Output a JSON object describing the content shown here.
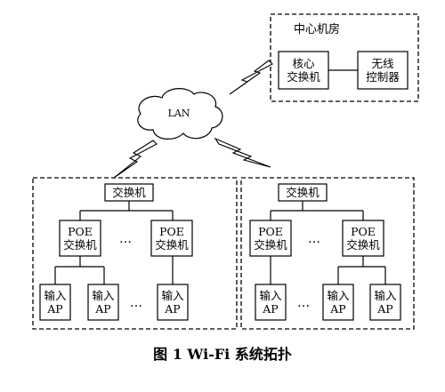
{
  "center": {
    "title": "中心机房",
    "core_switch": "核心\n交换机",
    "wireless_controller": "无线\n控制器"
  },
  "lan_label": "LAN",
  "left_group": {
    "switch": "交换机",
    "poe1": "POE\n交换机",
    "poe2": "POE\n交换机",
    "ap1": "输入\nAP",
    "ap2": "输入\nAP",
    "ap3": "输入\nAP",
    "ellipsis_poe": "…",
    "ellipsis_ap": "…"
  },
  "right_group": {
    "switch": "交换机",
    "poe1": "POE\n交换机",
    "poe2": "POE\n交换机",
    "ap1": "输入\nAP",
    "ap2": "输入\nAP",
    "ap3": "输入\nAP",
    "ellipsis_poe": "…",
    "ellipsis_ap": "…"
  },
  "caption": "图 1    Wi-Fi 系统拓扑"
}
